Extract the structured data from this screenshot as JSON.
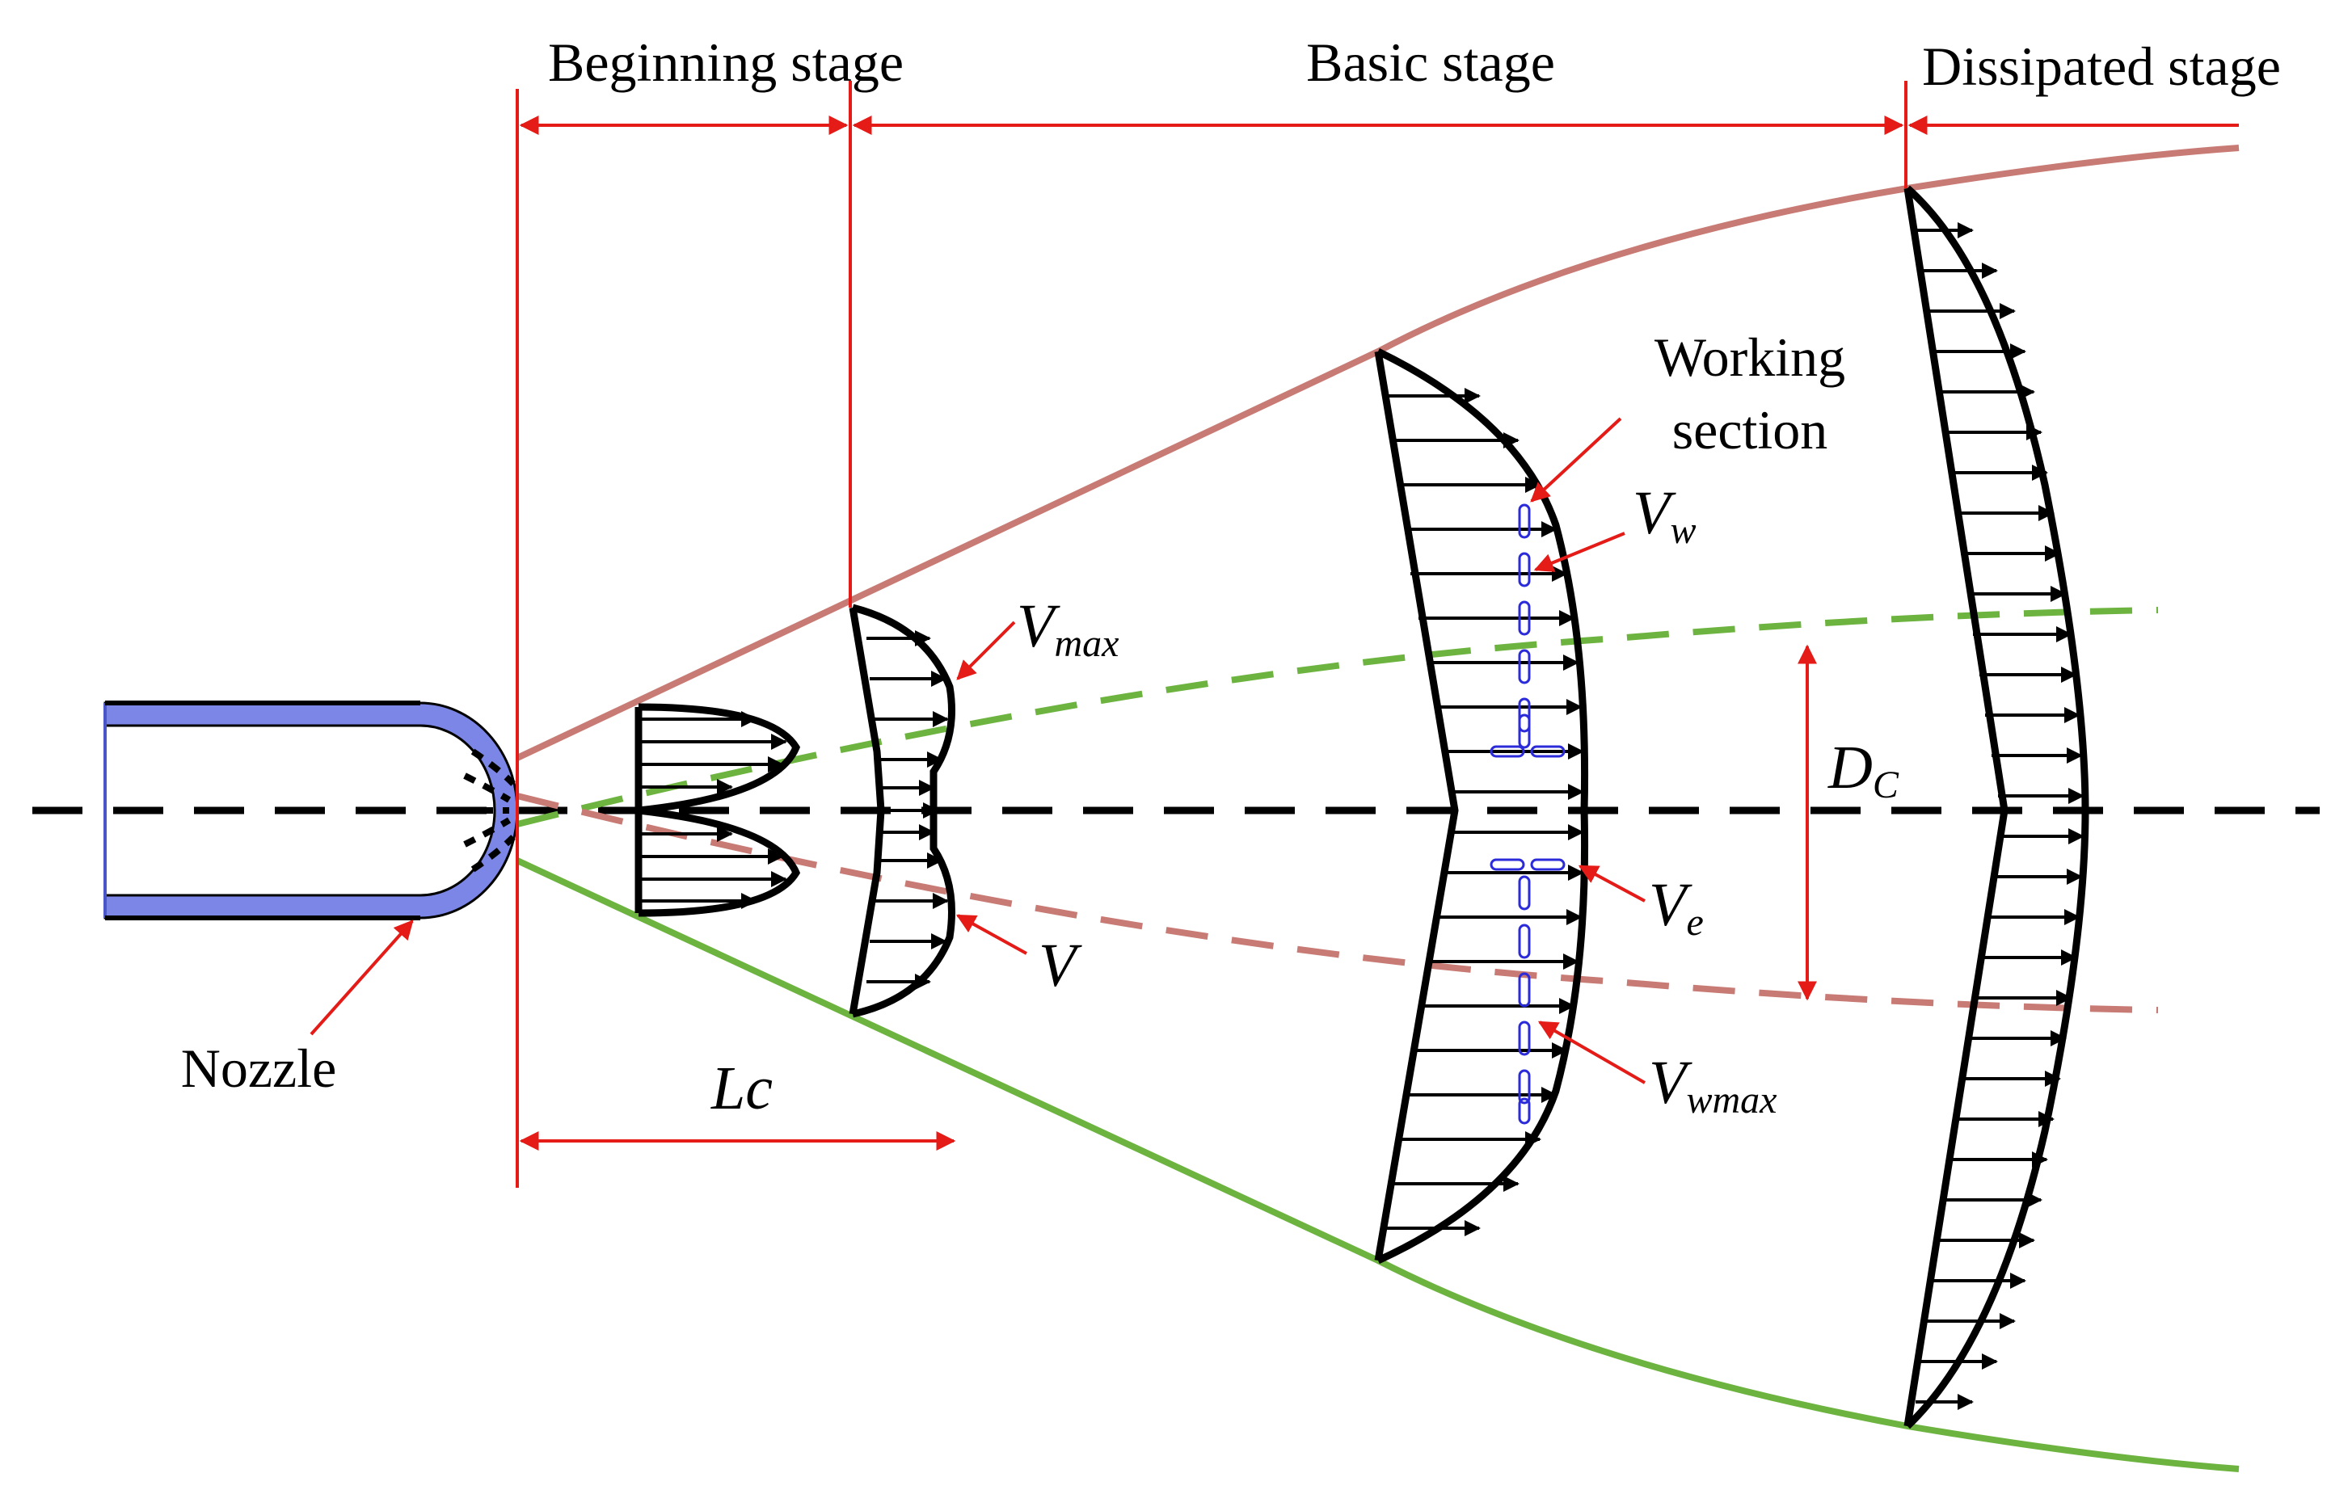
{
  "labels": {
    "beginning_stage": "Beginning stage",
    "basic_stage": "Basic stage",
    "dissipated_stage": "Dissipated stage",
    "working_section_line1": "Working",
    "working_section_line2": "section",
    "nozzle": "Nozzle",
    "lc": "Lc",
    "v_max_main": "V",
    "v_max_sub": "max",
    "v": "V",
    "v_w_main": "V",
    "v_w_sub": "w",
    "v_e_main": "V",
    "v_e_sub": "e",
    "v_wmax_main": "V",
    "v_wmax_sub": "wmax",
    "dc_main": "D",
    "dc_sub": "C"
  },
  "colors": {
    "outer_boundary": "#c87a74",
    "inner_boundary": "#6db33f",
    "nozzle_fill": "#7b86e6",
    "annotation": "#e41b17",
    "profile": "#000000",
    "working_section": "#2b2bd9"
  }
}
